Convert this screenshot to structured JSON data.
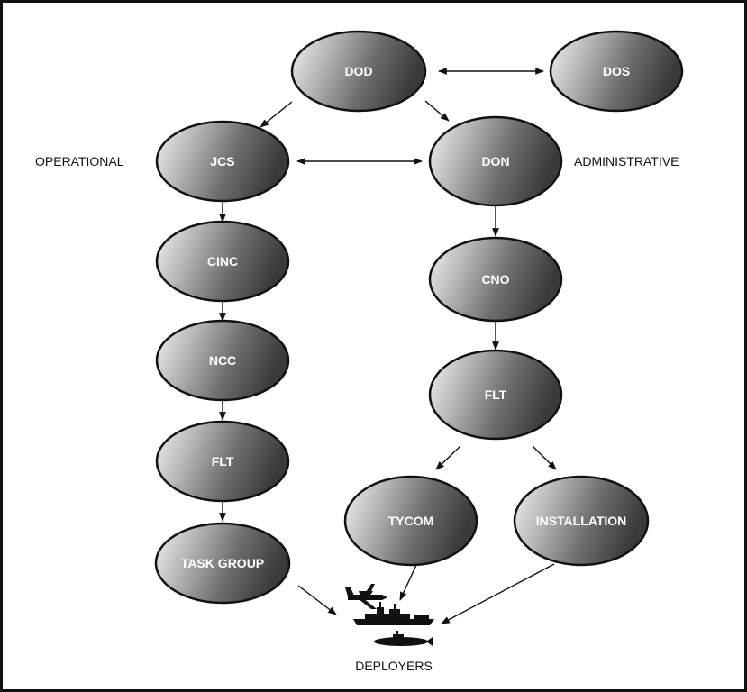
{
  "diagram": {
    "nodes": {
      "dod": "DOD",
      "dos": "DOS",
      "jcs": "JCS",
      "don": "DON",
      "cinc": "CINC",
      "cno": "CNO",
      "ncc": "NCC",
      "flt_left": "FLT",
      "flt_right": "FLT",
      "task_group": "TASK GROUP",
      "tycom": "TYCOM",
      "installation": "INSTALLATION"
    },
    "labels": {
      "operational": "OPERATIONAL",
      "administrative": "ADMINISTRATIVE",
      "deployers": "DEPLOYERS"
    },
    "icons": [
      "aircraft-icon",
      "warship-icon",
      "submarine-icon"
    ]
  }
}
